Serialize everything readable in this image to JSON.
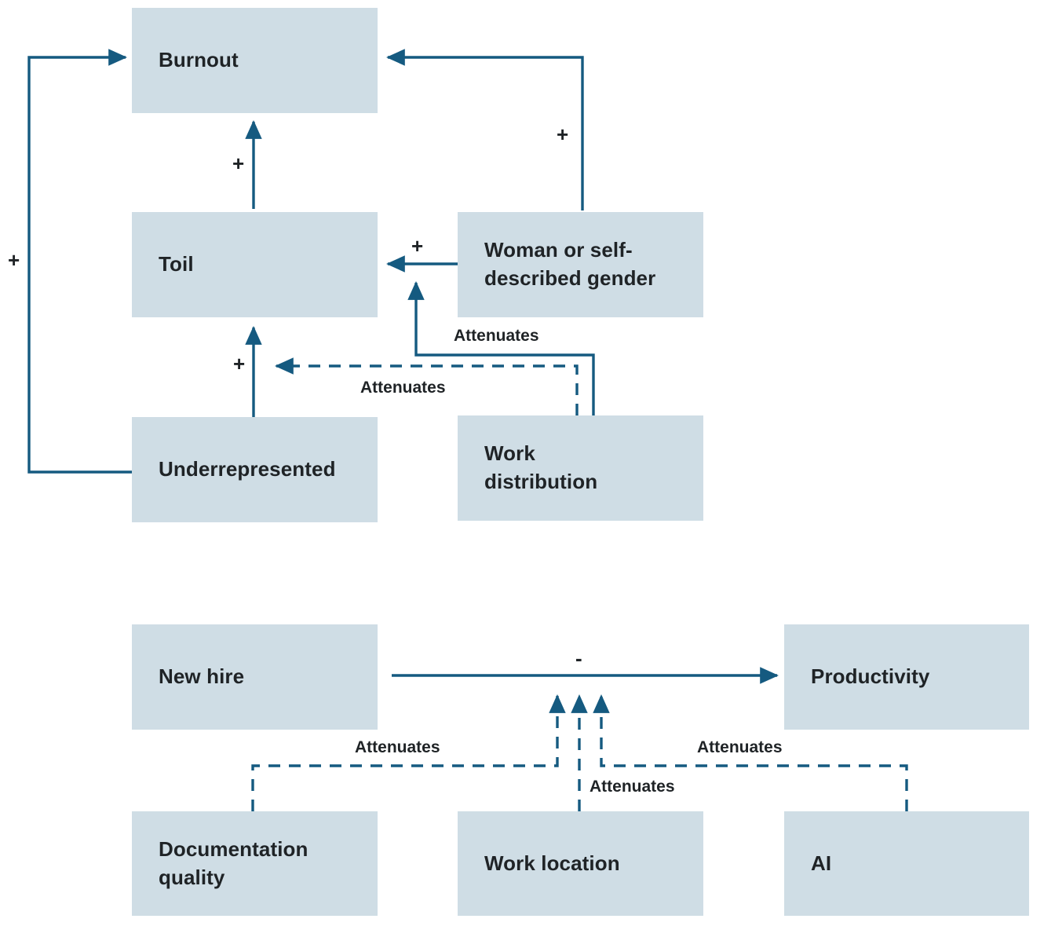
{
  "diagram": {
    "title": "",
    "colors": {
      "node_fill": "#cfdde5",
      "line": "#155a80",
      "text": "#1f2326",
      "background": "#ffffff"
    },
    "upper": {
      "nodes": [
        {
          "id": "burnout",
          "label": "Burnout"
        },
        {
          "id": "toil",
          "label": "Toil"
        },
        {
          "id": "woman",
          "label": "Woman or self-\ndescribed gender"
        },
        {
          "id": "underrepresented",
          "label": "Underrepresented"
        },
        {
          "id": "work-distribution",
          "label": "Work\ndistribution"
        }
      ],
      "edges": [
        {
          "from": "underrepresented",
          "to": "burnout",
          "label": "+",
          "style": "solid"
        },
        {
          "from": "toil",
          "to": "burnout",
          "label": "+",
          "style": "solid"
        },
        {
          "from": "woman",
          "to": "burnout",
          "label": "+",
          "style": "solid"
        },
        {
          "from": "woman",
          "to": "toil",
          "label": "+",
          "style": "solid"
        },
        {
          "from": "underrepresented",
          "to": "toil",
          "label": "+",
          "style": "solid"
        },
        {
          "from": "work-distribution",
          "to": "toil-inflow",
          "label": "Attenuates",
          "style": "solid"
        },
        {
          "from": "work-distribution",
          "to": "underrepresented-toil",
          "label": "Attenuates",
          "style": "dashed"
        }
      ],
      "signs": {
        "loop_plus": "+",
        "toil_to_burnout_plus": "+",
        "woman_to_burnout_plus": "+",
        "woman_to_toil_plus": "+",
        "under_to_toil_plus": "+"
      },
      "labels": {
        "attenuates_upper": "Attenuates",
        "attenuates_lower": "Attenuates"
      }
    },
    "lower": {
      "nodes": [
        {
          "id": "new-hire",
          "label": "New hire"
        },
        {
          "id": "productivity",
          "label": "Productivity"
        },
        {
          "id": "documentation-quality",
          "label": "Documentation\nquality"
        },
        {
          "id": "work-location",
          "label": "Work location"
        },
        {
          "id": "ai",
          "label": "AI"
        }
      ],
      "edges": [
        {
          "from": "new-hire",
          "to": "productivity",
          "label": "-",
          "style": "solid"
        },
        {
          "from": "documentation-quality",
          "to": "new-hire-productivity",
          "label": "Attenuates",
          "style": "dashed"
        },
        {
          "from": "work-location",
          "to": "new-hire-productivity",
          "label": "Attenuates",
          "style": "dashed"
        },
        {
          "from": "ai",
          "to": "new-hire-productivity",
          "label": "Attenuates",
          "style": "dashed"
        }
      ],
      "signs": {
        "new_hire_to_productivity": "-"
      },
      "labels": {
        "attenuates_doc": "Attenuates",
        "attenuates_ai": "Attenuates",
        "attenuates_worklocation": "Attenuates"
      }
    }
  }
}
